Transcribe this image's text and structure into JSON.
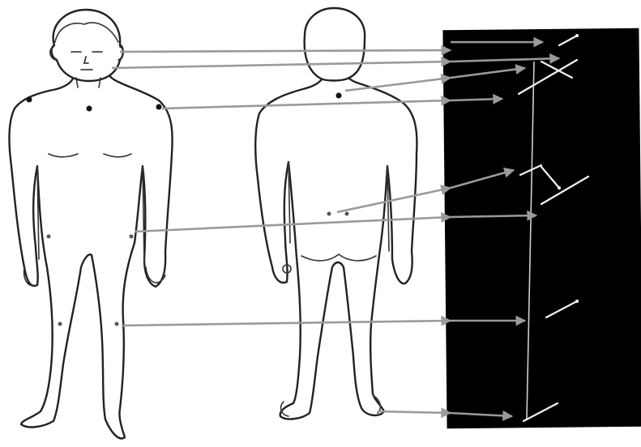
{
  "figure": {
    "panels": [
      "front-view",
      "back-view",
      "skeleton-display"
    ],
    "colors": {
      "background": "#ffffff",
      "outline": "#222222",
      "marker": "#111111",
      "arrow": "#9a9a9a",
      "display_panel": "#000000",
      "stick_segment": "#f2f2f2"
    }
  }
}
